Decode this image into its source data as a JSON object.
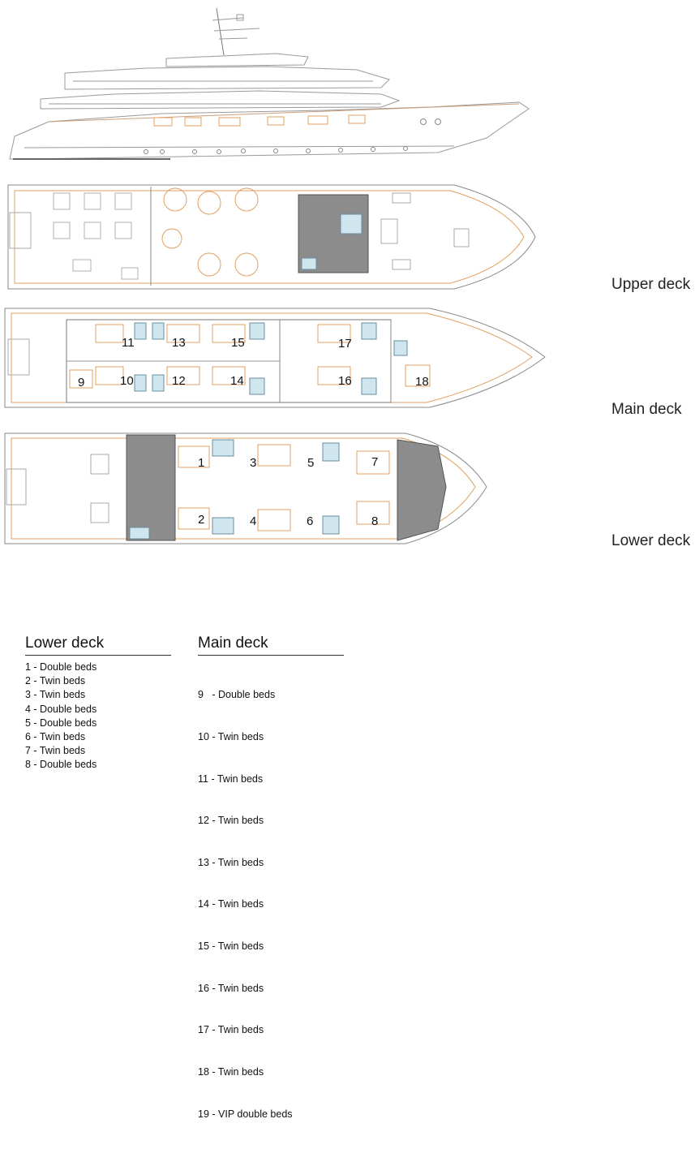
{
  "deck_labels": {
    "upper": "Upper deck",
    "main": "Main deck",
    "lower": "Lower deck"
  },
  "cabin_numbers": {
    "main": [
      "9",
      "10",
      "11",
      "12",
      "13",
      "14",
      "15",
      "16",
      "17",
      "18"
    ],
    "lower": [
      "1",
      "2",
      "3",
      "4",
      "5",
      "6",
      "7",
      "8"
    ]
  },
  "legend": {
    "lower": {
      "title": "Lower deck",
      "items": [
        "1 - Double beds",
        "2 - Twin beds",
        "3 - Twin beds",
        "4 - Double beds",
        "5 - Double beds",
        "6 - Twin beds",
        "7 - Twin beds",
        "8 - Double beds"
      ]
    },
    "main": {
      "title": "Main deck",
      "items": [
        "9   - Double beds",
        "10 - Twin beds",
        "11 - Twin beds",
        "12 - Twin beds",
        "13 - Twin beds",
        "14 - Twin beds",
        "15 - Twin beds",
        "16 - Twin beds",
        "17 - Twin beds",
        "18 - Twin beds",
        "19 - VIP double beds"
      ]
    }
  },
  "colors": {
    "line": "#8a8a8a",
    "bed": "#e0a060",
    "bathroom": "#cfe6ef",
    "service": "#8c8c8c"
  }
}
